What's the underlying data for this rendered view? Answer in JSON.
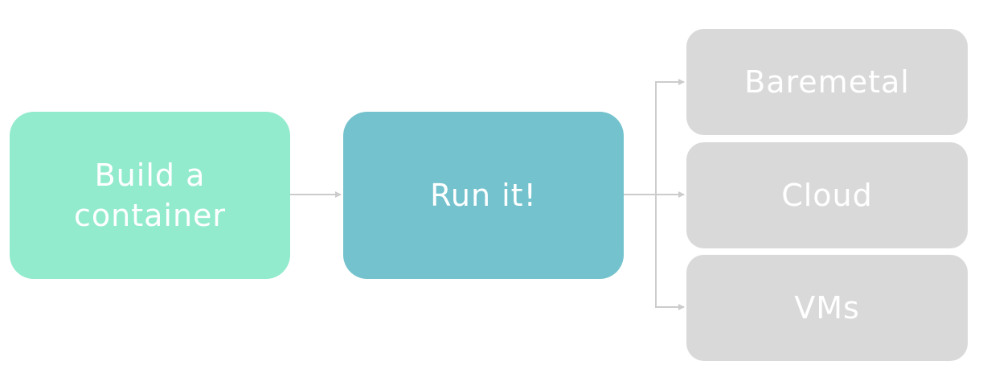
{
  "colors": {
    "build_fill": "#93ebcd",
    "run_fill": "#74c2cd",
    "target_fill": "#d9d9d9",
    "text": "#ffffff",
    "connector": "#cccccc"
  },
  "nodes": {
    "build": {
      "label": "Build a container"
    },
    "run": {
      "label": "Run it!"
    },
    "targets": [
      {
        "label": "Baremetal"
      },
      {
        "label": "Cloud"
      },
      {
        "label": "VMs"
      }
    ]
  },
  "edges": [
    {
      "from": "build",
      "to": "run"
    },
    {
      "from": "run",
      "to": "targets.0"
    },
    {
      "from": "run",
      "to": "targets.1"
    },
    {
      "from": "run",
      "to": "targets.2"
    }
  ]
}
